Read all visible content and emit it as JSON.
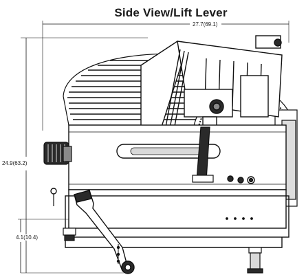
{
  "title": "Side View/Lift Lever",
  "dimensions": {
    "overall_width": "27.7(69.1)",
    "overall_height": "24.9(63.2)",
    "foot_height": "4.1(10.4)"
  },
  "colors": {
    "line": "#111111",
    "fill_dark": "#2a2a2a",
    "fill_mid": "#8a8a8a",
    "fill_light": "#d9d9d9"
  }
}
